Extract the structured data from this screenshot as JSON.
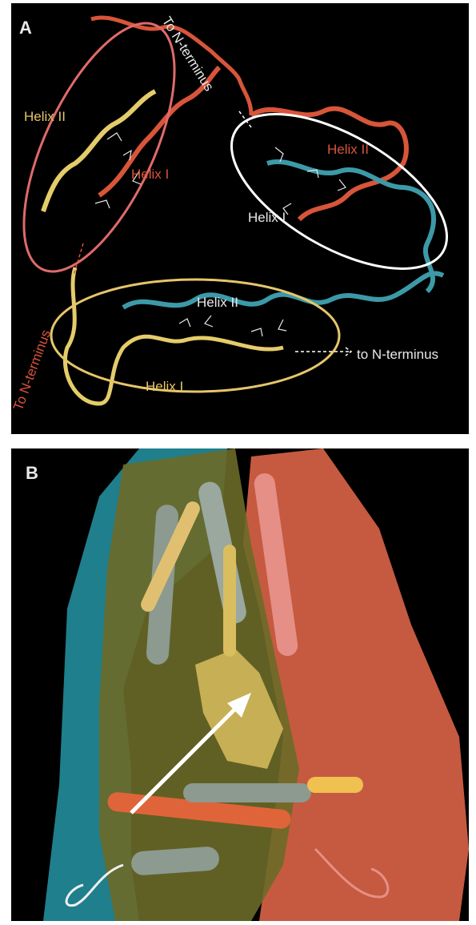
{
  "panel_a": {
    "letter": "A",
    "labels": {
      "left_helix_ii": "Helix II",
      "left_helix_i": "Helix I",
      "right_helix_ii": "Helix II",
      "right_helix_i": "Helix I",
      "bottom_helix_ii": "Helix II",
      "bottom_helix_i": "Helix I",
      "to_n_terminus_top": "To N-terminus",
      "to_n_terminus_left": "To N-terminus",
      "to_n_terminus_right": "to N-terminus"
    }
  },
  "panel_b": {
    "letter": "B"
  },
  "colors": {
    "background": "#000000",
    "red_chain": "#d8553a",
    "yellow_chain": "#e4cc6a",
    "cyan_chain": "#3c9aa8",
    "white_ellipse": "#ffffff",
    "pink_ellipse": "#e06a6a",
    "yellow_ellipse": "#e6c66a",
    "olive_region": "#6b6a28",
    "teal_region": "#1f7f8c",
    "salmon_region": "#c55a40"
  }
}
